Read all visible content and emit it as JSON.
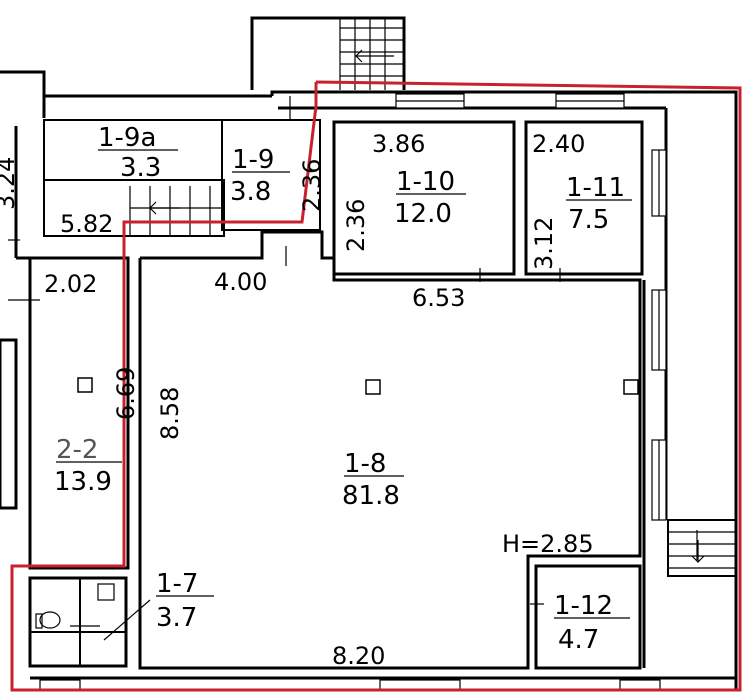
{
  "rooms": [
    {
      "id": "1-8",
      "area": "81.8"
    },
    {
      "id": "1-9a",
      "area": "3.3"
    },
    {
      "id": "1-9",
      "area": "3.8"
    },
    {
      "id": "1-10",
      "area": "12.0"
    },
    {
      "id": "1-11",
      "area": "7.5"
    },
    {
      "id": "1-12",
      "area": "4.7"
    },
    {
      "id": "1-7",
      "area": "3.7"
    },
    {
      "id": "2-2",
      "area": "13.9"
    }
  ],
  "dimensions": {
    "d_3_86": "3.86",
    "d_2_36_a": "2.36",
    "d_2_36_b": "2.36",
    "d_2_40": "2.40",
    "d_3_12": "3.12",
    "d_4_00": "4.00",
    "d_6_53": "6.53",
    "d_2_02": "2.02",
    "d_6_69": "6.69",
    "d_8_58": "8.58",
    "d_5_82": "5.82",
    "d_8_20": "8.20",
    "d_3_24": "3.24",
    "height": "H=2.85"
  },
  "colors": {
    "walls": "#000000",
    "highlight_boundary": "#c8202c",
    "background": "#ffffff"
  }
}
